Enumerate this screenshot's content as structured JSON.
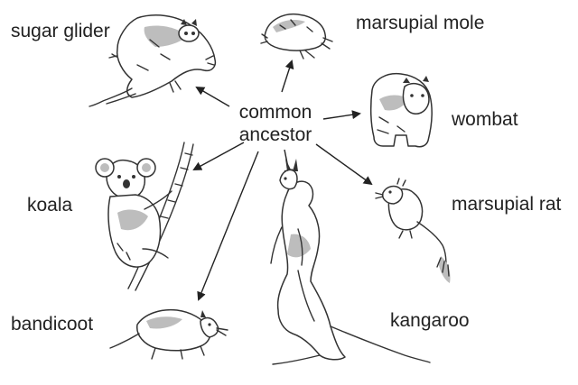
{
  "diagram": {
    "center_label": {
      "line1": "common",
      "line2": "ancestor"
    },
    "animals": {
      "sugar_glider": "sugar glider",
      "marsupial_mole": "marsupial mole",
      "wombat": "wombat",
      "koala": "koala",
      "marsupial_rat": "marsupial rat",
      "bandicoot": "bandicoot",
      "kangaroo": "kangaroo"
    },
    "colors": {
      "ink": "#222222",
      "shading": "#bdbdbd",
      "background": "#ffffff"
    }
  }
}
